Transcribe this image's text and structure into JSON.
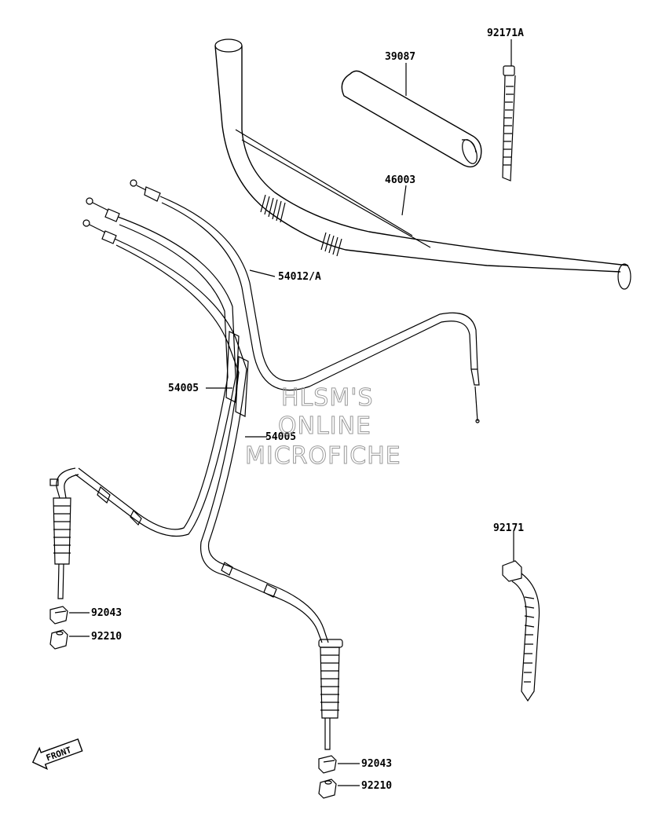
{
  "diagram": {
    "part_labels": {
      "p39087": "39087",
      "p92171A": "92171A",
      "p46003": "46003",
      "p54012A": "54012/A",
      "p54005_upper": "54005",
      "p54005_lower": "54005",
      "p92171": "92171",
      "p92043_left": "92043",
      "p92210_left": "92210",
      "p92043_right": "92043",
      "p92210_right": "92210"
    },
    "watermark": {
      "line1": "HLSM'S",
      "line2": "ONLINE",
      "line3": "MICROFICHE"
    },
    "front_arrow_label": "FRONT"
  }
}
